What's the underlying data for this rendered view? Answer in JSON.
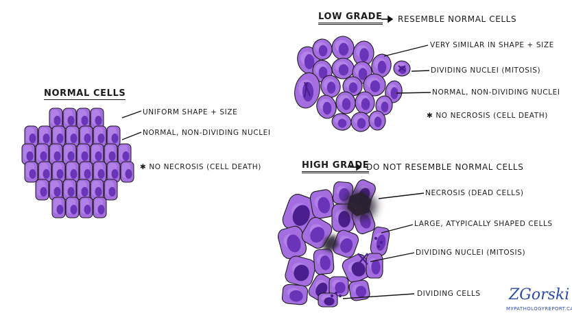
{
  "normal": {
    "title": "NORMAL CELLS",
    "label_1": "UNIFORM SHAPE + SIZE",
    "label_2": "NORMAL, NON-DIVIDING NUCLEI",
    "note": "✱ NO NECROSIS (CELL DEATH)"
  },
  "low_grade": {
    "title": "LOW GRADE",
    "arrow": "→",
    "subtitle": "RESEMBLE NORMAL CELLS",
    "label_1": "VERY SIMILAR IN SHAPE + SIZE",
    "label_2": "DIVIDING NUCLEI (MITOSIS)",
    "label_3": "NORMAL, NON-DIVIDING NUCLEI",
    "note": "✱ NO NECROSIS (CELL DEATH)"
  },
  "high_grade": {
    "title": "HIGH GRADE",
    "arrow": "→",
    "subtitle": "DO NOT RESEMBLE NORMAL CELLS",
    "label_1": "NECROSIS (DEAD CELLS)",
    "label_2": "LARGE, ATYPICALLY SHAPED  CELLS",
    "label_3": "DIVIDING NUCLEI (MITOSIS)",
    "label_4": "DIVIDING CELLS"
  },
  "signature": {
    "name": "ZGorski",
    "site": "MYPATHOLOGYREPORT.CA"
  },
  "colors": {
    "cell_fill": "#a56ee0",
    "cell_light": "#c29af0",
    "nucleus": "#6a34b8",
    "nucleus_dark": "#4a1e8c",
    "outline": "#1a1a1a",
    "necrosis": "#2a2030",
    "signature": "#2a4aa8"
  }
}
